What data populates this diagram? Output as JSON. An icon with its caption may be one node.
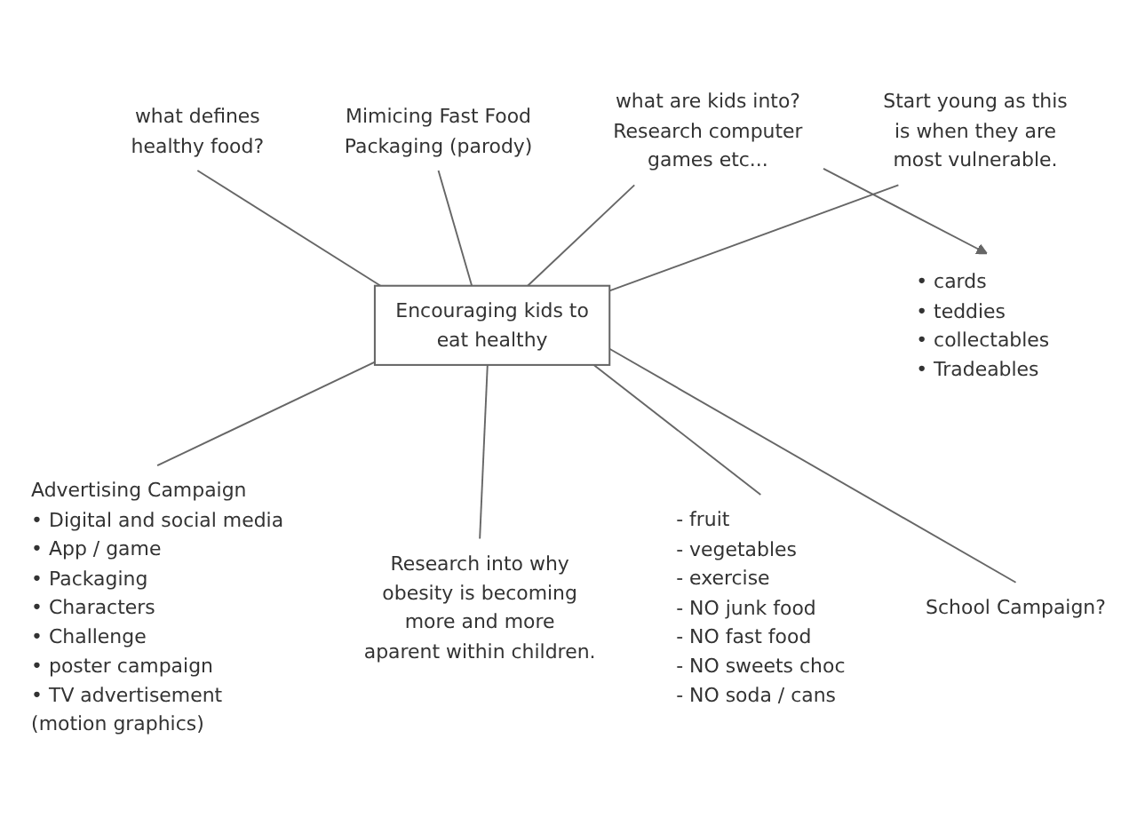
{
  "diagram": {
    "nodes": [
      {
        "text": [
          "Encouraging kids to eat healthy"
        ]
      },
      {
        "text": [
          "what defines healthy food?"
        ]
      },
      {
        "text": [
          "• cards",
          "• teddies",
          "• collectables",
          "• Tradeables"
        ]
      },
      {
        "text": [
          "what are kids into? Research computer games etc..."
        ]
      },
      {
        "text": [
          "Mimicing Fast Food Packaging (parody)"
        ]
      },
      {
        "text": [
          "Start young as this is when they are most vulnerable."
        ]
      },
      {
        "text": [
          "Advertising Campaign",
          "• Digital and social media",
          "• App / game",
          "• Packaging",
          "• Characters",
          "• Challenge",
          "• poster campaign",
          "• TV advertisement (motion graphics)"
        ]
      },
      {
        "text": [
          "Research into why obesity is becoming more and more aparent within children."
        ]
      },
      {
        "text": [
          "- fruit",
          "- vegetables",
          "- exercise",
          "- NO junk food",
          "- NO fast food",
          "- NO sweets choc",
          "- NO soda / cans"
        ]
      },
      {
        "text": [
          "School Campaign?"
        ]
      }
    ],
    "edges": [
      {
        "from": 1,
        "to": 0,
        "arrow": "none"
      },
      {
        "from": 4,
        "to": 0,
        "arrow": "none"
      },
      {
        "from": 3,
        "to": 0,
        "arrow": "none"
      },
      {
        "from": 3,
        "to": 2,
        "arrow": "to"
      },
      {
        "from": 5,
        "to": 0,
        "arrow": "none"
      },
      {
        "from": 0,
        "to": 6,
        "arrow": "none"
      },
      {
        "from": 0,
        "to": 7,
        "arrow": "none"
      },
      {
        "from": 0,
        "to": 8,
        "arrow": "none"
      },
      {
        "from": 0,
        "to": 9,
        "arrow": "none"
      }
    ]
  }
}
